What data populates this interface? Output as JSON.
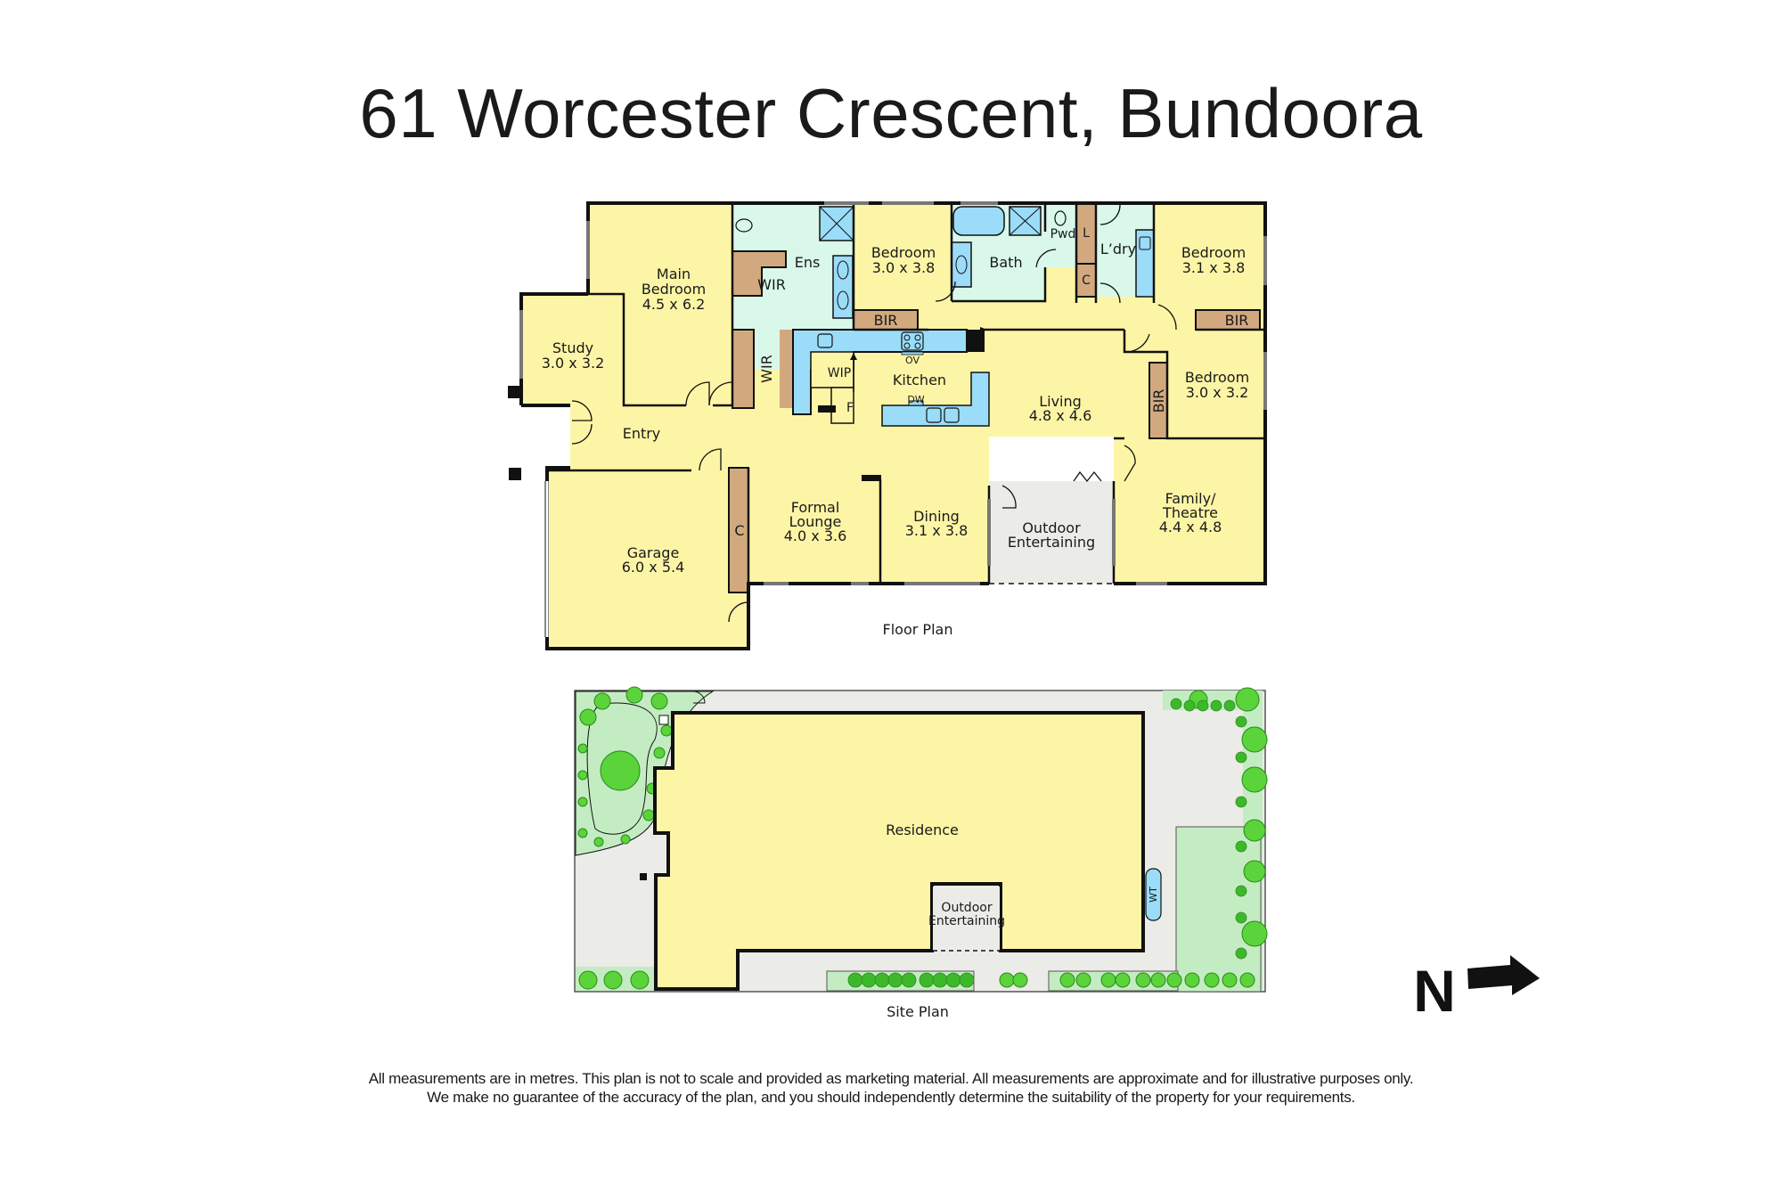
{
  "title": "61 Worcester Crescent, Bundoora",
  "floor_plan": {
    "caption": "Floor Plan",
    "rooms": {
      "main_bedroom": {
        "name": "Main",
        "name2": "Bedroom",
        "size": "4.5 x 6.2"
      },
      "study": {
        "name": "Study",
        "size": "3.0 x 3.2"
      },
      "ensuite": {
        "name": "Ens"
      },
      "wir_1": {
        "name": "WIR"
      },
      "wir_2": {
        "name": "WIR"
      },
      "bedroom_2": {
        "name": "Bedroom",
        "size": "3.0 x 3.8"
      },
      "bir_1": {
        "name": "BIR"
      },
      "bath": {
        "name": "Bath"
      },
      "powder": {
        "name": "Pwd"
      },
      "linen": {
        "name": "L"
      },
      "cupboard_1": {
        "name": "C"
      },
      "laundry": {
        "name": "L’dry"
      },
      "bedroom_3": {
        "name": "Bedroom",
        "size": "3.1 x 3.8"
      },
      "bir_2": {
        "name": "BIR"
      },
      "bedroom_4": {
        "name": "Bedroom",
        "size": "3.0 x 3.2"
      },
      "bir_3": {
        "name": "BIR"
      },
      "kitchen": {
        "name": "Kitchen"
      },
      "wip": {
        "name": "WIP"
      },
      "fridge": {
        "name": "F"
      },
      "oven": {
        "name": "OV"
      },
      "dishwasher": {
        "name": "DW"
      },
      "living": {
        "name": "Living",
        "size": "4.8 x 4.6"
      },
      "entry": {
        "name": "Entry"
      },
      "garage": {
        "name": "Garage",
        "size": "6.0 x 5.4"
      },
      "cupboard_2": {
        "name": "C"
      },
      "formal_lounge": {
        "name": "Formal",
        "name2": "Lounge",
        "size": "4.0 x 3.6"
      },
      "dining": {
        "name": "Dining",
        "size": "3.1 x 3.8"
      },
      "outdoor_entertaining": {
        "name": "Outdoor",
        "name2": "Entertaining"
      },
      "family_theatre": {
        "name": "Family/",
        "name2": "Theatre",
        "size": "4.4 x 4.8"
      }
    }
  },
  "site_plan": {
    "caption": "Site Plan",
    "residence": "Residence",
    "outdoor_1": "Outdoor",
    "outdoor_2": "Entertaining",
    "water_tank": "WT"
  },
  "compass": {
    "letter": "N"
  },
  "disclaimer": {
    "line1": "All measurements are in metres. This plan is not to scale and provided as marketing material. All measurements are approximate and for illustrative purposes only.",
    "line2": "We make no guarantee of the accuracy of the plan, and you should independently determine the suitability of the property for your requirements."
  },
  "colors": {
    "room_fill": "#fdf5a6",
    "wet_area_fill": "#d9f8ea",
    "fixture_fill": "#9bdcf8",
    "storage_fill": "#d2a97f",
    "outdoor_fill": "#ebebe8",
    "lawn_fill": "#c4ecc2",
    "tree_fill": "#5ad43a",
    "wall": "#111111"
  }
}
